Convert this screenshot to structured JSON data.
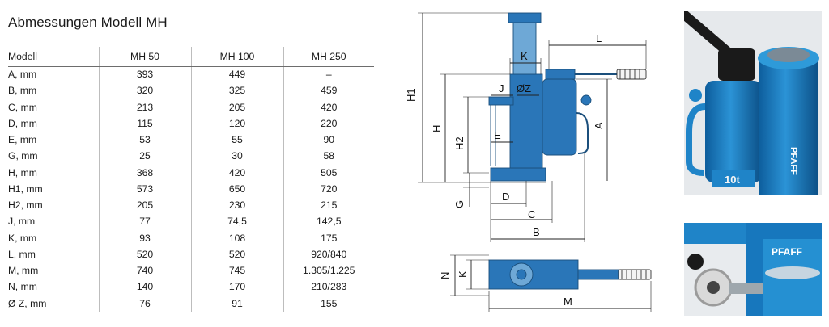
{
  "title": "Abmessungen Modell MH",
  "table": {
    "headers": [
      "Modell",
      "MH 50",
      "MH 100",
      "MH 250"
    ],
    "rows": [
      [
        "A, mm",
        "393",
        "449",
        "–"
      ],
      [
        "B, mm",
        "320",
        "325",
        "459"
      ],
      [
        "C, mm",
        "213",
        "205",
        "420"
      ],
      [
        "D, mm",
        "115",
        "120",
        "220"
      ],
      [
        "E, mm",
        "53",
        "55",
        "90"
      ],
      [
        "G, mm",
        "25",
        "30",
        "58"
      ],
      [
        "H, mm",
        "368",
        "420",
        "505"
      ],
      [
        "H1, mm",
        "573",
        "650",
        "720"
      ],
      [
        "H2, mm",
        "205",
        "230",
        "215"
      ],
      [
        "J, mm",
        "77",
        "74,5",
        "142,5"
      ],
      [
        "K, mm",
        "93",
        "108",
        "175"
      ],
      [
        "L, mm",
        "520",
        "520",
        "920/840"
      ],
      [
        "M, mm",
        "740",
        "745",
        "1.305/1.225"
      ],
      [
        "N, mm",
        "140",
        "170",
        "210/283"
      ],
      [
        "Ø Z, mm",
        "76",
        "91",
        "155"
      ]
    ]
  },
  "drawing_labels": {
    "h1": "H1",
    "h": "H",
    "h2": "H2",
    "g": "G",
    "k": "K",
    "l": "L",
    "j": "J",
    "z": "ØZ",
    "e": "E",
    "a": "A",
    "d": "D",
    "c": "C",
    "b": "B",
    "n": "N",
    "k_plan": "K",
    "m": "M"
  },
  "photos": {
    "top_badge": "10t",
    "brand_text": "PFAFF"
  },
  "colors": {
    "drawing_blue": "#2a76b8",
    "jack_blue": "#1e7fc4",
    "line": "#222222"
  }
}
